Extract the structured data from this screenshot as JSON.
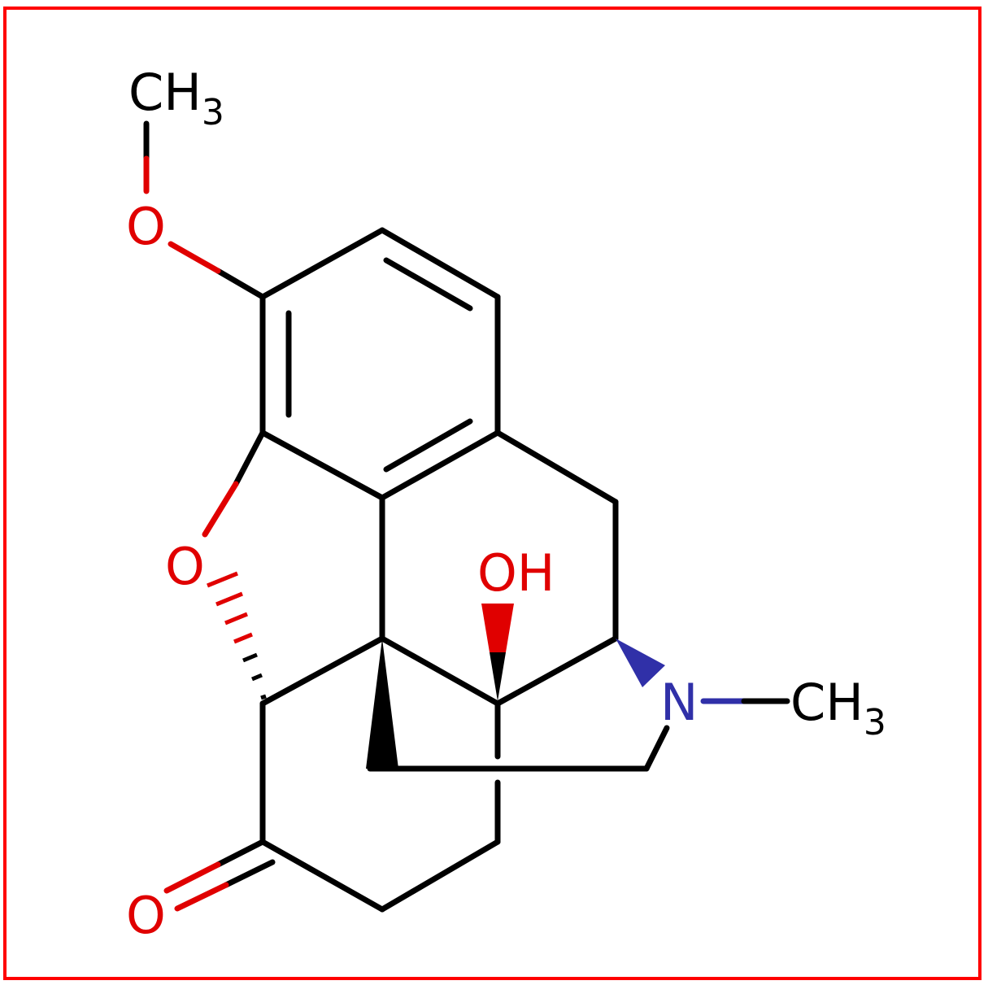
{
  "molecule": {
    "colors": {
      "bond": "#000000",
      "oxygen": "#e00000",
      "nitrogen": "#3030a8",
      "frame": "#ff0000"
    },
    "labels": {
      "methoxy_ch": "CH",
      "methoxy_sub": "3",
      "methoxy_o": "O",
      "ether_o": "O",
      "hydroxyl": "OH",
      "nitrogen": "N",
      "n_methyl_ch": "CH",
      "n_methyl_sub": "3",
      "ketone_o": "O"
    }
  }
}
